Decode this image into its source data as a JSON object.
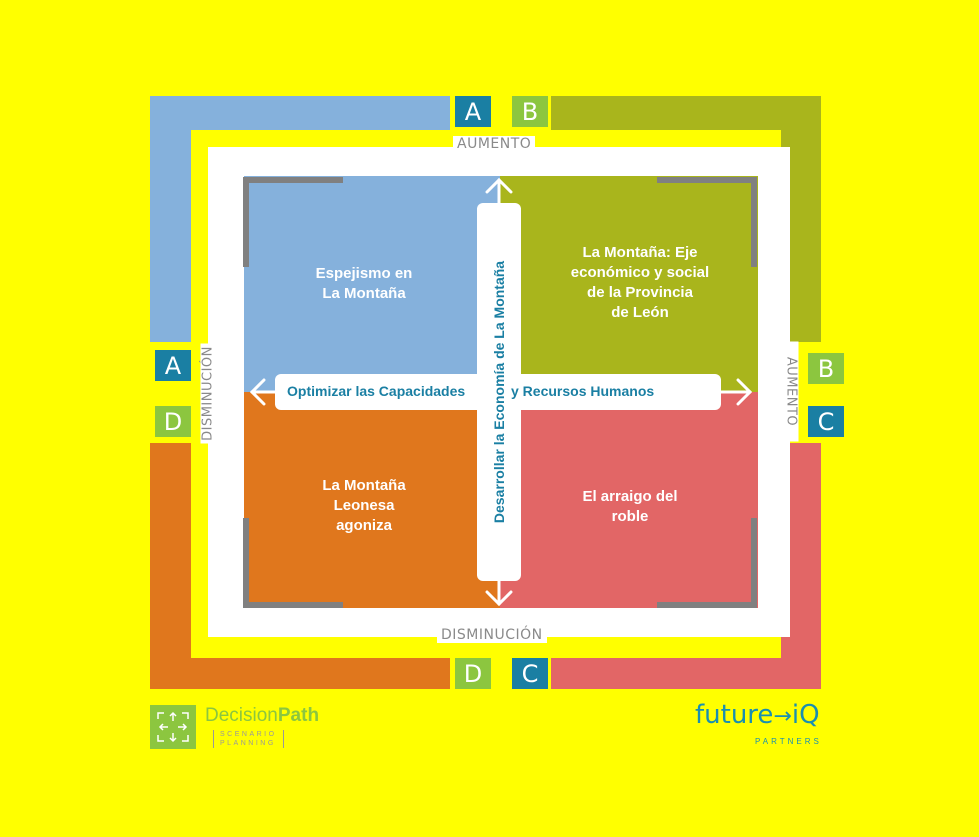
{
  "colors": {
    "background": "#ffff00",
    "quadrant_a": "#85b1dc",
    "quadrant_b": "#a9b51c",
    "quadrant_c": "#e26666",
    "quadrant_d": "#e0771d",
    "label_dark": "#1a7fa3",
    "label_light": "#8cc63f",
    "axis_text": "#1a7fa3"
  },
  "corner_labels": {
    "a": "A",
    "b": "B",
    "c": "C",
    "d": "D"
  },
  "axes": {
    "top": "AUMENTO",
    "bottom": "DISMINUCIÓN",
    "left": "DISMINUCIÓN",
    "right": "AUMENTO",
    "vertical_axis_title": "Desarrollar la Economía de La Montaña",
    "horizontal_axis_title_left": "Optimizar las Capacidades",
    "horizontal_axis_title_right": "y Recursos Humanos"
  },
  "quadrants": {
    "a": {
      "line1": "Espejismo en",
      "line2": "La Montaña"
    },
    "b": {
      "line1": "La Montaña: Eje",
      "line2": "económico y social",
      "line3": "de la Provincia",
      "line4": "de León"
    },
    "c": {
      "line1": "El arraigo del",
      "line2": "roble"
    },
    "d": {
      "line1": "La Montaña",
      "line2": "Leonesa",
      "line3": "agoniza"
    }
  },
  "logos": {
    "decisionpath_name_plain": "Decision",
    "decisionpath_name_bold": "Path",
    "decisionpath_sub1": "SCENARIO",
    "decisionpath_sub2": "PLANNING",
    "futureiq_name_a": "future",
    "futureiq_name_b": "iQ",
    "futureiq_sub": "PARTNERS"
  }
}
